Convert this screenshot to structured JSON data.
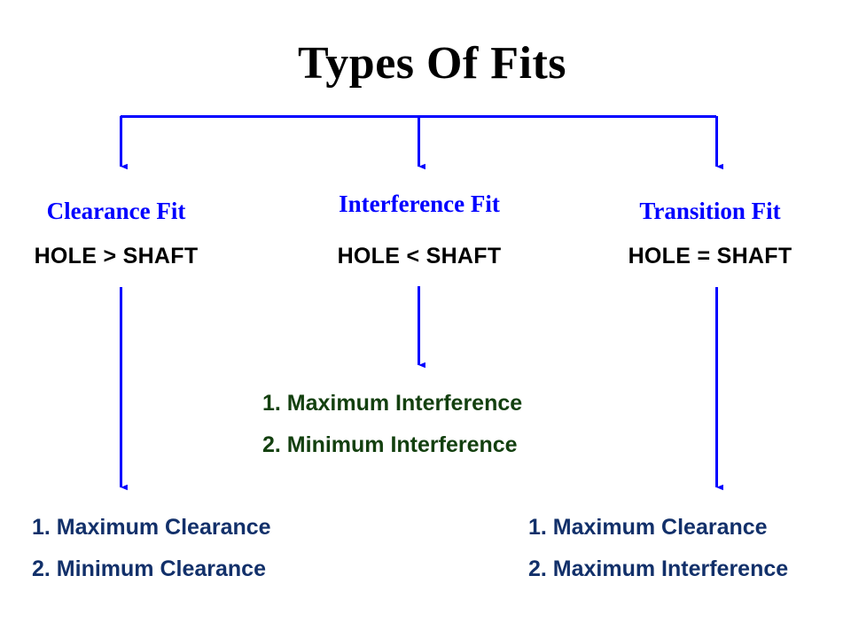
{
  "page": {
    "title": "Types Of Fits",
    "background_color": "#ffffff",
    "arrow_color": "#0000ff",
    "heading_color": "#0000ff",
    "relation_color": "#000000",
    "interference_list_color": "#13400f",
    "clearance_list_color": "#12306a"
  },
  "branches": [
    {
      "id": "clearance",
      "heading": "Clearance Fit",
      "relation": "HOLE > SHAFT",
      "outcomes": [
        "1. Maximum Clearance",
        "2. Minimum Clearance"
      ]
    },
    {
      "id": "interference",
      "heading": "Interference Fit",
      "relation": "HOLE < SHAFT",
      "outcomes": [
        "1. Maximum Interference",
        "2. Minimum Interference"
      ]
    },
    {
      "id": "transition",
      "heading": "Transition Fit",
      "relation": "HOLE = SHAFT",
      "outcomes": [
        "1. Maximum Clearance",
        "2. Maximum Interference"
      ]
    }
  ]
}
